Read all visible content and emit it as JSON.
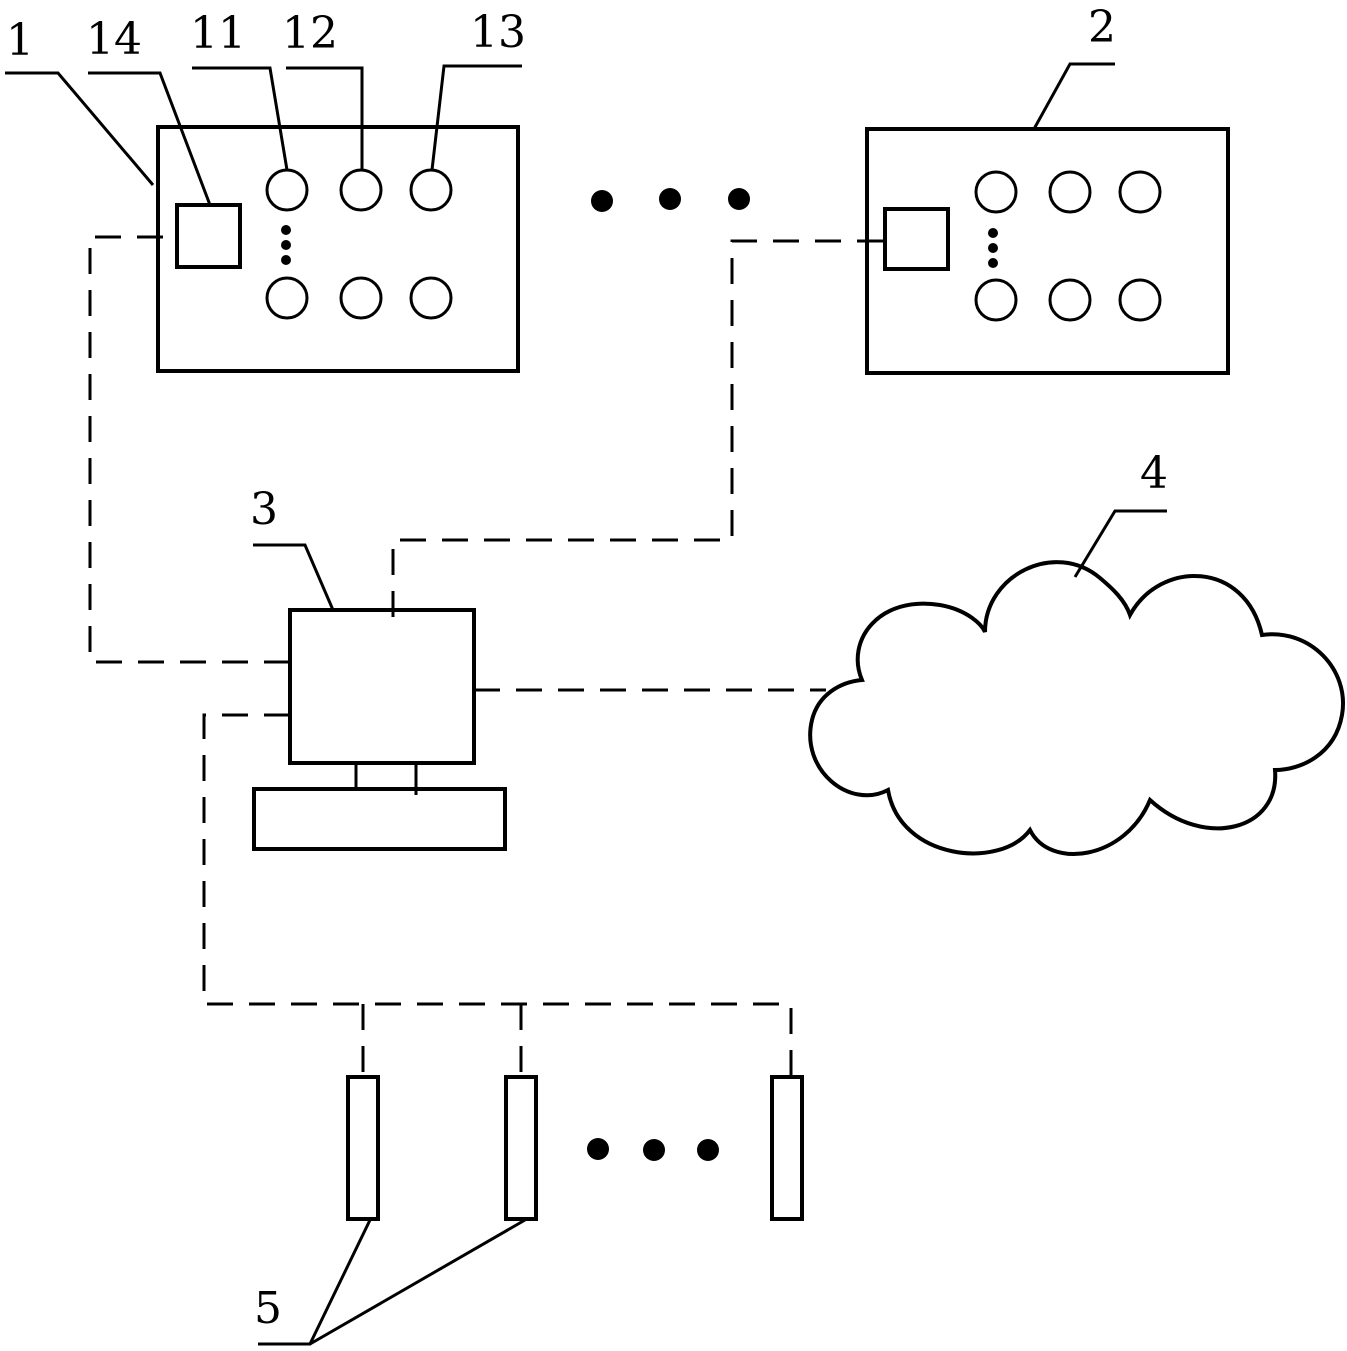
{
  "labels": {
    "l1": "1",
    "l14": "14",
    "l11": "11",
    "l12": "12",
    "l13": "13",
    "l2": "2",
    "l3": "3",
    "l4": "4",
    "l5": "5"
  }
}
